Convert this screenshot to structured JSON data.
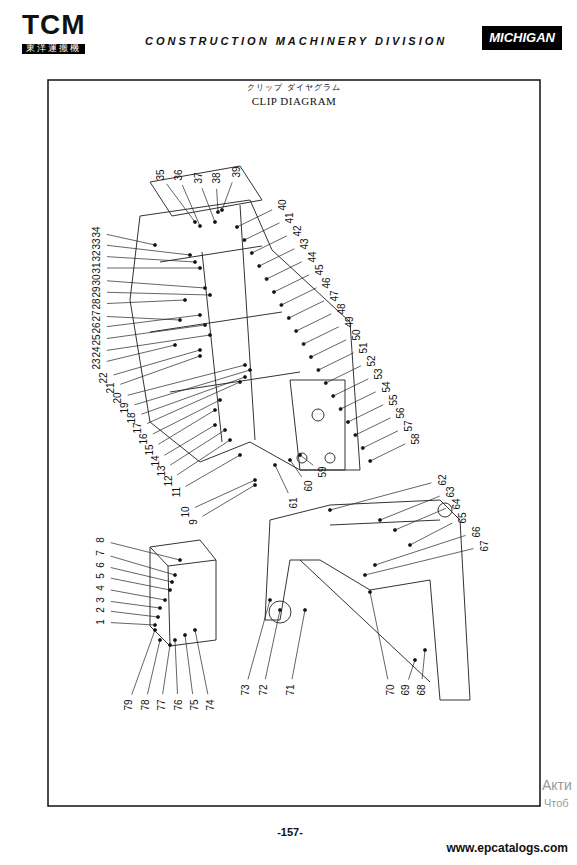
{
  "diagram": {
    "title": "CLIP DIAGRAM",
    "nodes": [
      {
        "text": [
          "MICHIGAN"
        ]
      }
    ],
    "labels": [
      "TCM",
      "東洋運搬機",
      "CONSTRUCTION MACHINERY DIVISION",
      "クリップ ダイヤグラム",
      "1",
      "2",
      "3",
      "4",
      "5",
      "6",
      "7",
      "8",
      "9",
      "10",
      "11",
      "12",
      "13",
      "14",
      "15",
      "16",
      "17",
      "18",
      "19",
      "20",
      "21",
      "22",
      "23",
      "24",
      "25",
      "26",
      "27",
      "28",
      "29",
      "30",
      "31",
      "32",
      "33",
      "34",
      "35",
      "36",
      "37",
      "38",
      "39",
      "40",
      "41",
      "42",
      "43",
      "44",
      "45",
      "46",
      "47",
      "48",
      "49",
      "50",
      "51",
      "52",
      "53",
      "54",
      "55",
      "56",
      "57",
      "58",
      "59",
      "60",
      "61",
      "62",
      "63",
      "64",
      "65",
      "66",
      "67",
      "68",
      "69",
      "70",
      "71",
      "72",
      "73",
      "74",
      "75",
      "76",
      "77",
      "78",
      "79",
      "-157-",
      "www.epcatalogs.com",
      "Акти",
      "Чтоб"
    ]
  }
}
